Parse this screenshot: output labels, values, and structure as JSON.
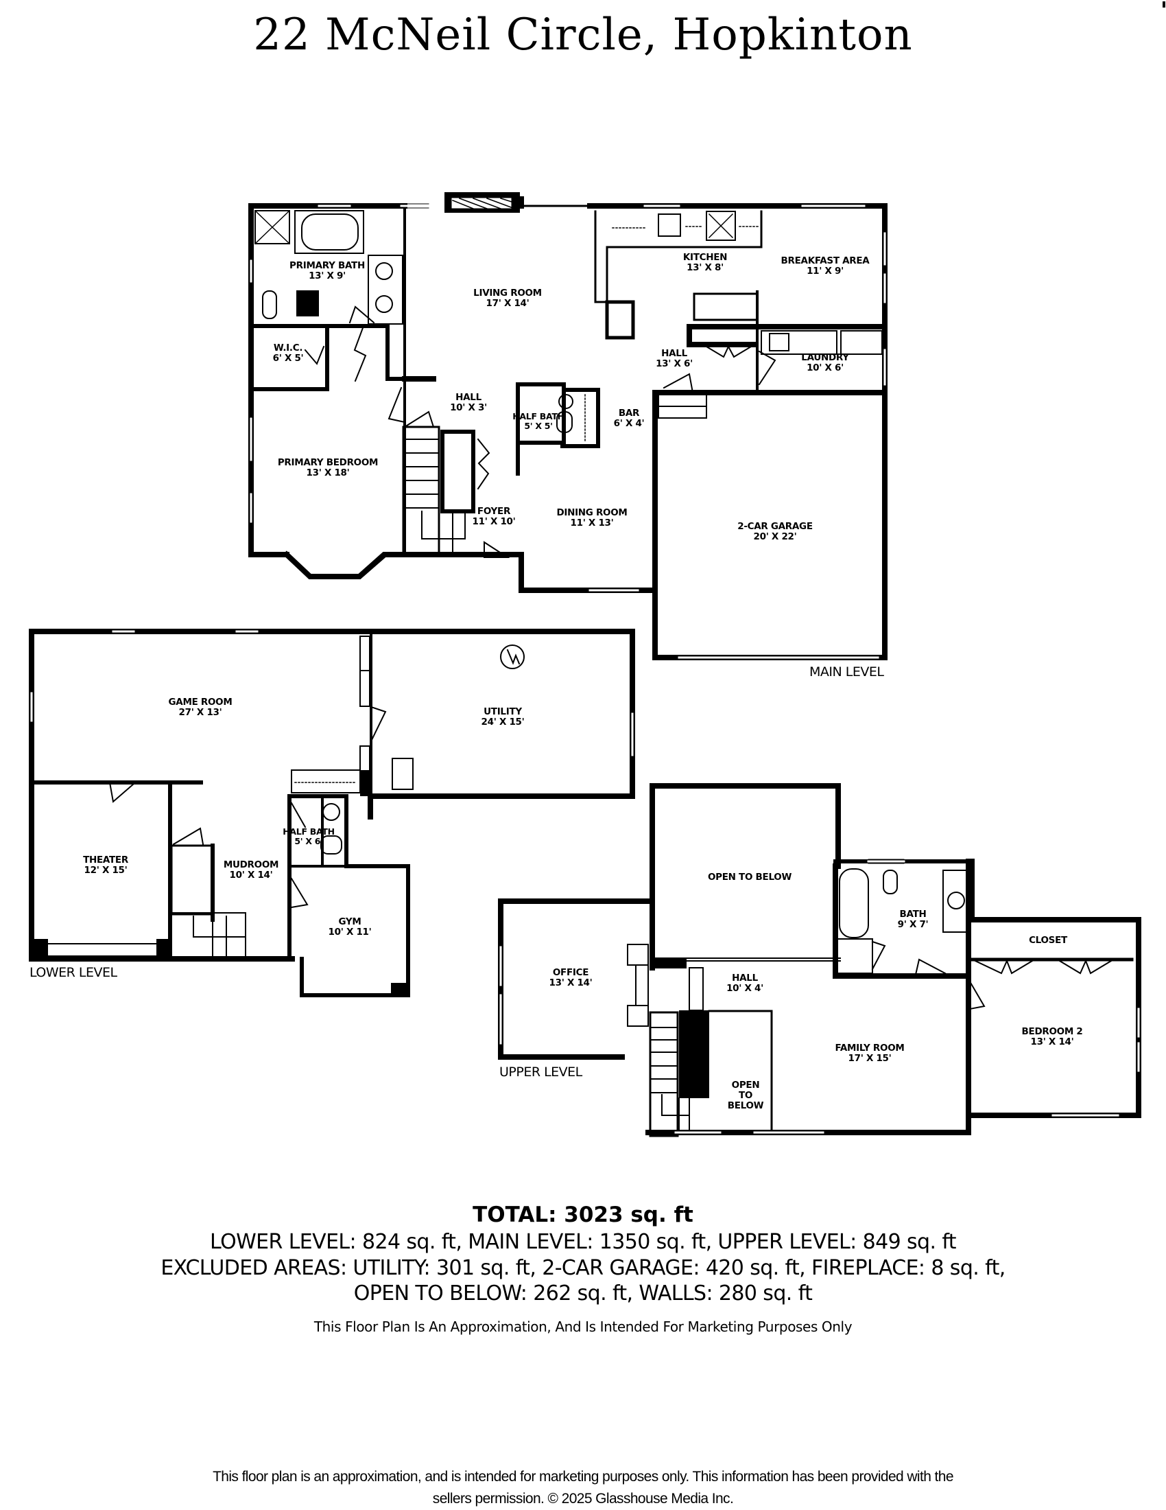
{
  "title": "22 McNeil Circle, Hopkinton",
  "levels": {
    "main": {
      "label": "MAIN LEVEL",
      "rooms": [
        {
          "name": "PRIMARY BATH",
          "size": "13' X 9'"
        },
        {
          "name": "LIVING ROOM",
          "size": "17' X 14'"
        },
        {
          "name": "KITCHEN",
          "size": "13' X 8'"
        },
        {
          "name": "BREAKFAST AREA",
          "size": "11' X 9'"
        },
        {
          "name": "W.I.C.",
          "size": "6' X 5'"
        },
        {
          "name": "HALL",
          "size": "13' X 6'"
        },
        {
          "name": "LAUNDRY",
          "size": "10' X 6'"
        },
        {
          "name": "HALL",
          "size": "10' X 3'"
        },
        {
          "name": "HALF BATH",
          "size": "5' X 5'"
        },
        {
          "name": "BAR",
          "size": "6' X 4'"
        },
        {
          "name": "PRIMARY BEDROOM",
          "size": "13' X 18'"
        },
        {
          "name": "FOYER",
          "size": "11' X 10'"
        },
        {
          "name": "DINING ROOM",
          "size": "11' X 13'"
        },
        {
          "name": "2-CAR GARAGE",
          "size": "20' X 22'"
        }
      ]
    },
    "lower": {
      "label": "LOWER LEVEL",
      "rooms": [
        {
          "name": "GAME ROOM",
          "size": "27' X 13'"
        },
        {
          "name": "UTILITY",
          "size": "24' X 15'"
        },
        {
          "name": "THEATER",
          "size": "12' X 15'"
        },
        {
          "name": "MUDROOM",
          "size": "10' X 14'"
        },
        {
          "name": "HALF BATH",
          "size": "5' X 6'"
        },
        {
          "name": "GYM",
          "size": "10' X 11'"
        }
      ]
    },
    "upper": {
      "label": "UPPER LEVEL",
      "rooms": [
        {
          "name": "OPEN TO BELOW",
          "size": ""
        },
        {
          "name": "BATH",
          "size": "9' X 7'"
        },
        {
          "name": "CLOSET",
          "size": ""
        },
        {
          "name": "OFFICE",
          "size": "13' X 14'"
        },
        {
          "name": "HALL",
          "size": "10' X 4'"
        },
        {
          "name": "BEDROOM 2",
          "size": "13' X 14'"
        },
        {
          "name": "FAMILY ROOM",
          "size": "17' X 15'"
        },
        {
          "name": "OPEN TO BELOW",
          "size": ""
        }
      ],
      "open_to_below_stacked": [
        "OPEN",
        "TO",
        "BELOW"
      ]
    }
  },
  "totals": {
    "total": "TOTAL: 3023 sq. ft",
    "levels_line": "LOWER LEVEL: 824 sq. ft, MAIN LEVEL: 1350 sq. ft, UPPER LEVEL: 849 sq. ft",
    "excluded_line_1": "EXCLUDED AREAS: UTILITY: 301 sq. ft, 2-CAR GARAGE: 420 sq. ft, FIREPLACE: 8 sq. ft,",
    "excluded_line_2": "OPEN TO BELOW: 262 sq. ft, WALLS: 280 sq. ft",
    "disclaimer": "This Floor Plan Is An Approximation, And Is Intended For Marketing Purposes Only"
  },
  "footer": {
    "line1": "This floor plan is an approximation, and is intended for marketing purposes only. This information has been provided with the",
    "line2": "sellers permission. © 2025 Glasshouse Media Inc."
  },
  "colors": {
    "wall": "#000000",
    "background": "#ffffff"
  }
}
